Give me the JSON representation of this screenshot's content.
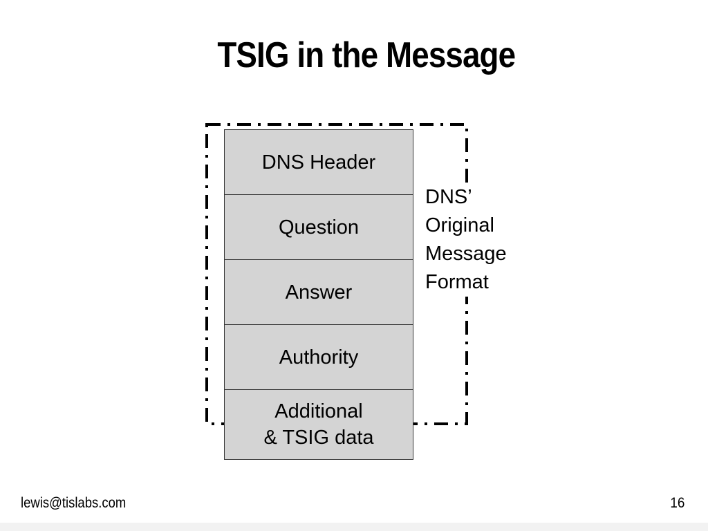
{
  "slide": {
    "title": "TSIG in the Message"
  },
  "message_stack": {
    "sections": [
      {
        "label": "DNS Header"
      },
      {
        "label": "Question"
      },
      {
        "label": "Answer"
      },
      {
        "label": "Authority"
      },
      {
        "label": "Additional\n& TSIG data"
      }
    ]
  },
  "boundary_label": {
    "lines": [
      "DNS’",
      "Original",
      "Message",
      "Format"
    ]
  },
  "footer": {
    "email": "lewis@tislabs.com",
    "page_number": "16"
  },
  "colors": {
    "box_fill": "#d4d4d4",
    "box_border": "#333333",
    "text": "#000000",
    "background": "#ffffff"
  }
}
